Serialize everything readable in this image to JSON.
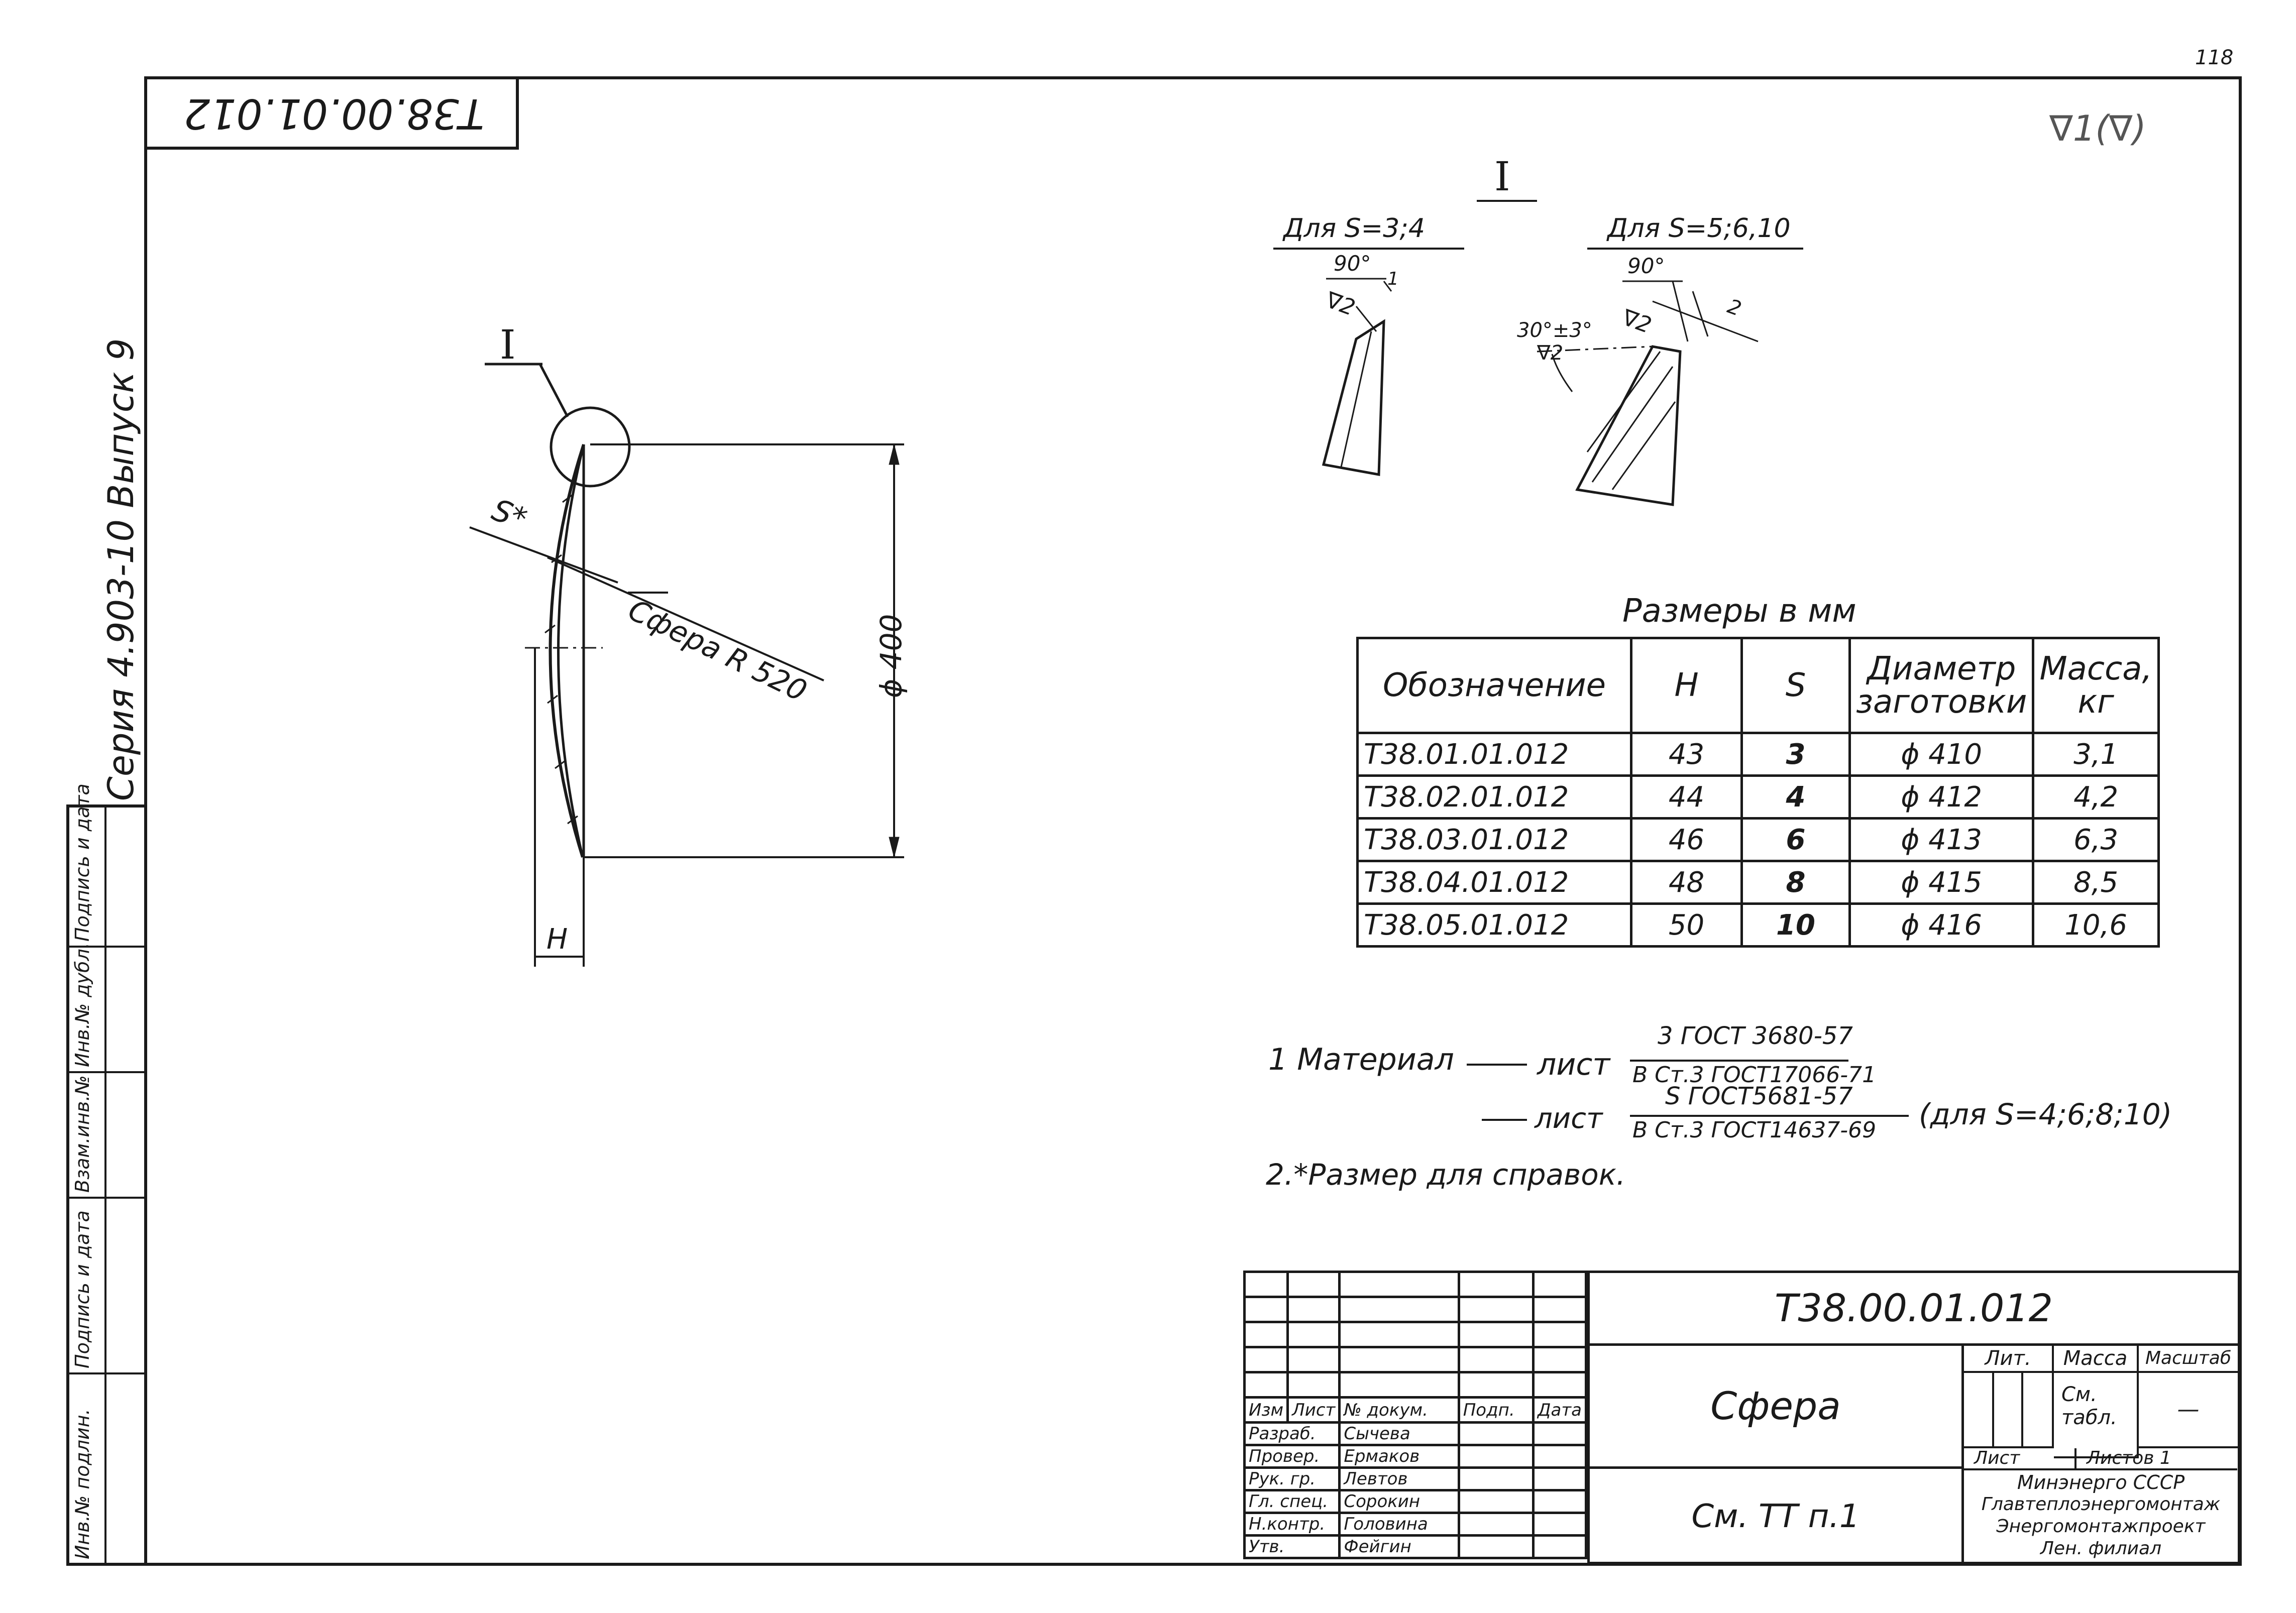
{
  "page_number": "118",
  "rotated_designation": "Т38.00.01.012",
  "roughness_mark": "∇1(∇)",
  "series": "Серия 4.903-10 Выпуск 9",
  "side_stamp": [
    "Инв.№ подлин.",
    "Подпись и дата",
    "Взам.инв.№",
    "Инв.№ дубл.",
    "Подпись и дата"
  ],
  "main_view": {
    "detail_label": "I",
    "s_label": "S*",
    "sphere_label": "Сфера R 520",
    "diameter_label": "ϕ 400",
    "h_label": "H"
  },
  "detail_view": {
    "title": "I",
    "left_caption": "Для S=3;4",
    "left_angle": "90°",
    "left_num": "1",
    "left_rough": "∇2",
    "right_caption": "Для S=5;6,10",
    "right_angle": "90°",
    "right_num": "2",
    "right_rough": "∇2",
    "bevel": "30°±3°",
    "bevel_rough": "∇2"
  },
  "table": {
    "caption": "Размеры в мм",
    "headers": [
      "Обозначение",
      "H",
      "S",
      "Диаметр заготовки",
      "Масса, кг"
    ],
    "rows": [
      [
        "Т38.01.01.012",
        "43",
        "3",
        "ϕ 410",
        "3,1"
      ],
      [
        "Т38.02.01.012",
        "44",
        "4",
        "ϕ 412",
        "4,2"
      ],
      [
        "Т38.03.01.012",
        "46",
        "6",
        "ϕ 413",
        "6,3"
      ],
      [
        "Т38.04.01.012",
        "48",
        "8",
        "ϕ 415",
        "8,5"
      ],
      [
        "Т38.05.01.012",
        "50",
        "10",
        "ϕ 416",
        "10,6"
      ]
    ]
  },
  "notes": {
    "n1_label": "1 Материал",
    "sheet1": "лист",
    "frac1_top": "3 ГОСТ 3680-57",
    "frac1_bottom": "В Ст.3 ГОСТ17066-71",
    "sheet2": "лист",
    "frac2_top": "S ГОСТ5681-57",
    "frac2_bottom": "В Ст.3 ГОСТ14637-69",
    "frac2_suffix": "(для S=4;6;8;10)",
    "n2": "2.*Размер для справок."
  },
  "title_block": {
    "designation": "Т38.00.01.012",
    "name": "Сфера",
    "material": "См. ТТ п.1",
    "col_headers": [
      "Изм",
      "Лист",
      "№ докум.",
      "Подп.",
      "Дата"
    ],
    "roles": [
      [
        "Разраб.",
        "Сычева"
      ],
      [
        "Провер.",
        "Ермаков"
      ],
      [
        "Рук. гр.",
        "Левтов"
      ],
      [
        "Гл. спец.",
        "Сорокин"
      ],
      [
        "Н.контр.",
        "Головина"
      ],
      [
        "Утв.",
        "Фейгин"
      ]
    ],
    "lit": "Лит.",
    "mass": "Масса",
    "scale": "Масштаб",
    "mass_value": "См. табл.",
    "scale_value": "—",
    "sheet": "Лист",
    "sheets": "Листов 1",
    "org": [
      "Минэнерго СССР",
      "Главтеплоэнергомонтаж",
      "Энергомонтажпроект",
      "Лен. филиал"
    ]
  }
}
